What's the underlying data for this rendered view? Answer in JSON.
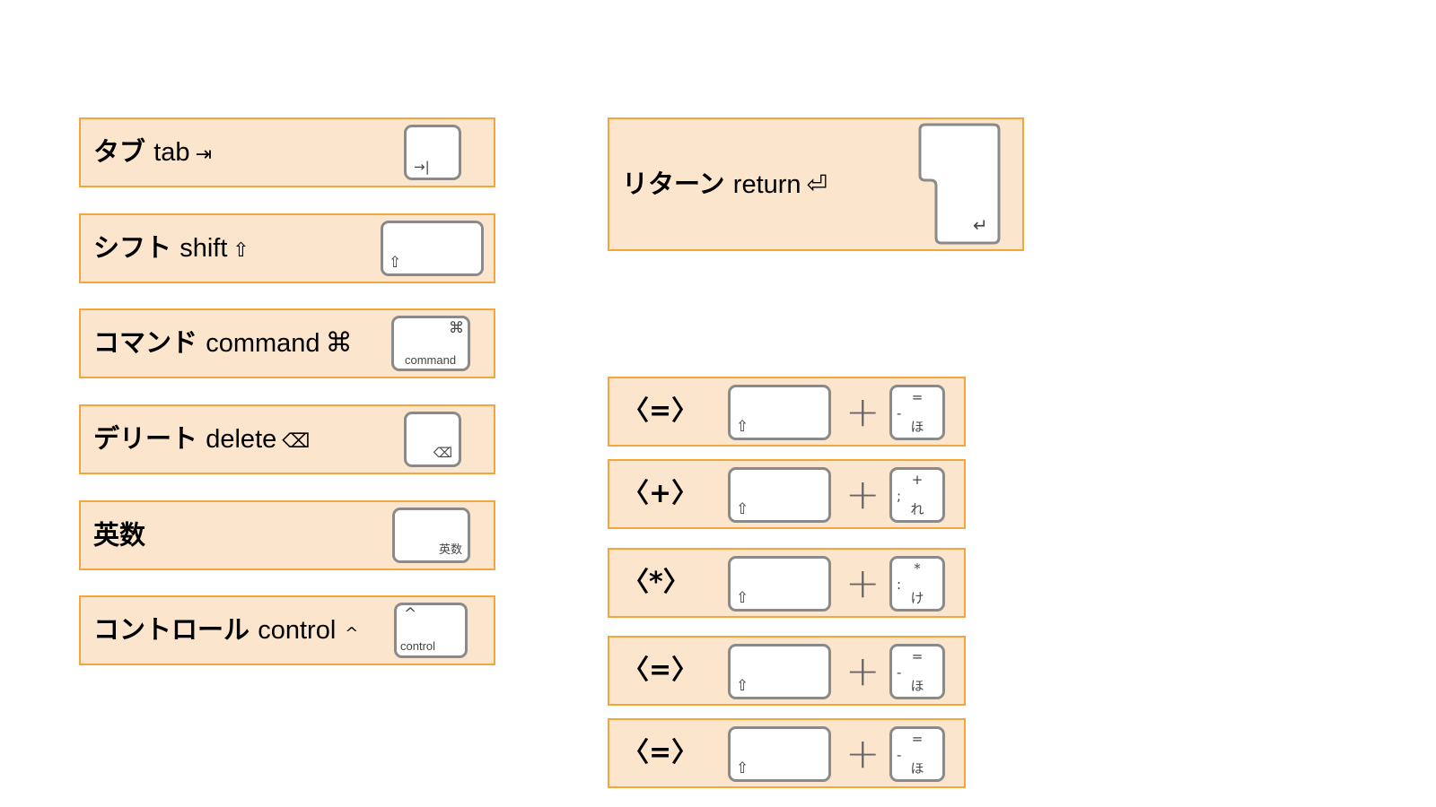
{
  "left_panels": [
    {
      "jp": "タブ",
      "en": "tab",
      "symbol": "⇥",
      "key_glyph": "→|"
    },
    {
      "jp": "シフト",
      "en": "shift",
      "symbol": "⇧",
      "key_glyph": "⇧"
    },
    {
      "jp": "コマンド",
      "en": "command",
      "symbol": "⌘",
      "key_glyph": "⌘",
      "key_text": "command"
    },
    {
      "jp": "デリート",
      "en": "delete",
      "symbol": "⌫",
      "key_glyph": "⌫"
    },
    {
      "jp": "英数",
      "en": "",
      "symbol": "",
      "key_text": "英数"
    },
    {
      "jp": "コントロール",
      "en": "control",
      "symbol": "^",
      "key_glyph": "^",
      "key_text": "control"
    }
  ],
  "return_panel": {
    "jp": "リターン",
    "en": "return",
    "symbol": "⏎",
    "key_glyph": "↵"
  },
  "combos": [
    {
      "label": "〈=〉",
      "plus": "+",
      "shift_glyph": "⇧",
      "top": "=",
      "left": "-",
      "bottom": "ほ"
    },
    {
      "label": "〈+〉",
      "plus": "+",
      "shift_glyph": "⇧",
      "top": "+",
      "left": ";",
      "bottom": "れ"
    },
    {
      "label": "〈*〉",
      "plus": "+",
      "shift_glyph": "⇧",
      "top": "*",
      "left": ":",
      "bottom": "け"
    },
    {
      "label": "〈=〉",
      "plus": "+",
      "shift_glyph": "⇧",
      "top": "=",
      "left": "-",
      "bottom": "ほ"
    },
    {
      "label": "〈=〉",
      "plus": "+",
      "shift_glyph": "⇧",
      "top": "=",
      "left": "-",
      "bottom": "ほ"
    }
  ],
  "colors": {
    "panel_fill": "#fbe5cd",
    "panel_border": "#f5a63a",
    "key_border": "#8a8a8a"
  }
}
